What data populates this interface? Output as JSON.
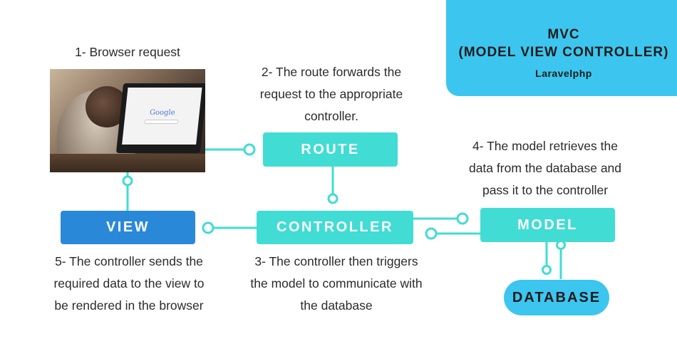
{
  "title": {
    "line1": "MVC",
    "line2": "(MODEL VIEW CONTROLLER)",
    "line3": "Laravelphp"
  },
  "nodes": {
    "route": "ROUTE",
    "controller": "CONTROLLER",
    "view": "VIEW",
    "model": "MODEL",
    "database": "DATABASE"
  },
  "steps": {
    "step1": [
      "1- Browser request"
    ],
    "step2": [
      "2- The route forwards the",
      "request to the appropriate",
      "controller."
    ],
    "step3": [
      "3- The controller then triggers",
      "the model to communicate with",
      "the database"
    ],
    "step4": [
      "4- The model retrieves the",
      "data from the database and",
      "pass it to the controller"
    ],
    "step5": [
      "5- The controller sends the",
      "required data to the view to",
      "be rendered in the browser"
    ]
  },
  "photo": {
    "screen_logo_text": "Google"
  },
  "colors": {
    "teal": "#41dcd4",
    "blue": "#2a88d8",
    "sky": "#3cc6ef",
    "connector": "#41dcd4"
  }
}
